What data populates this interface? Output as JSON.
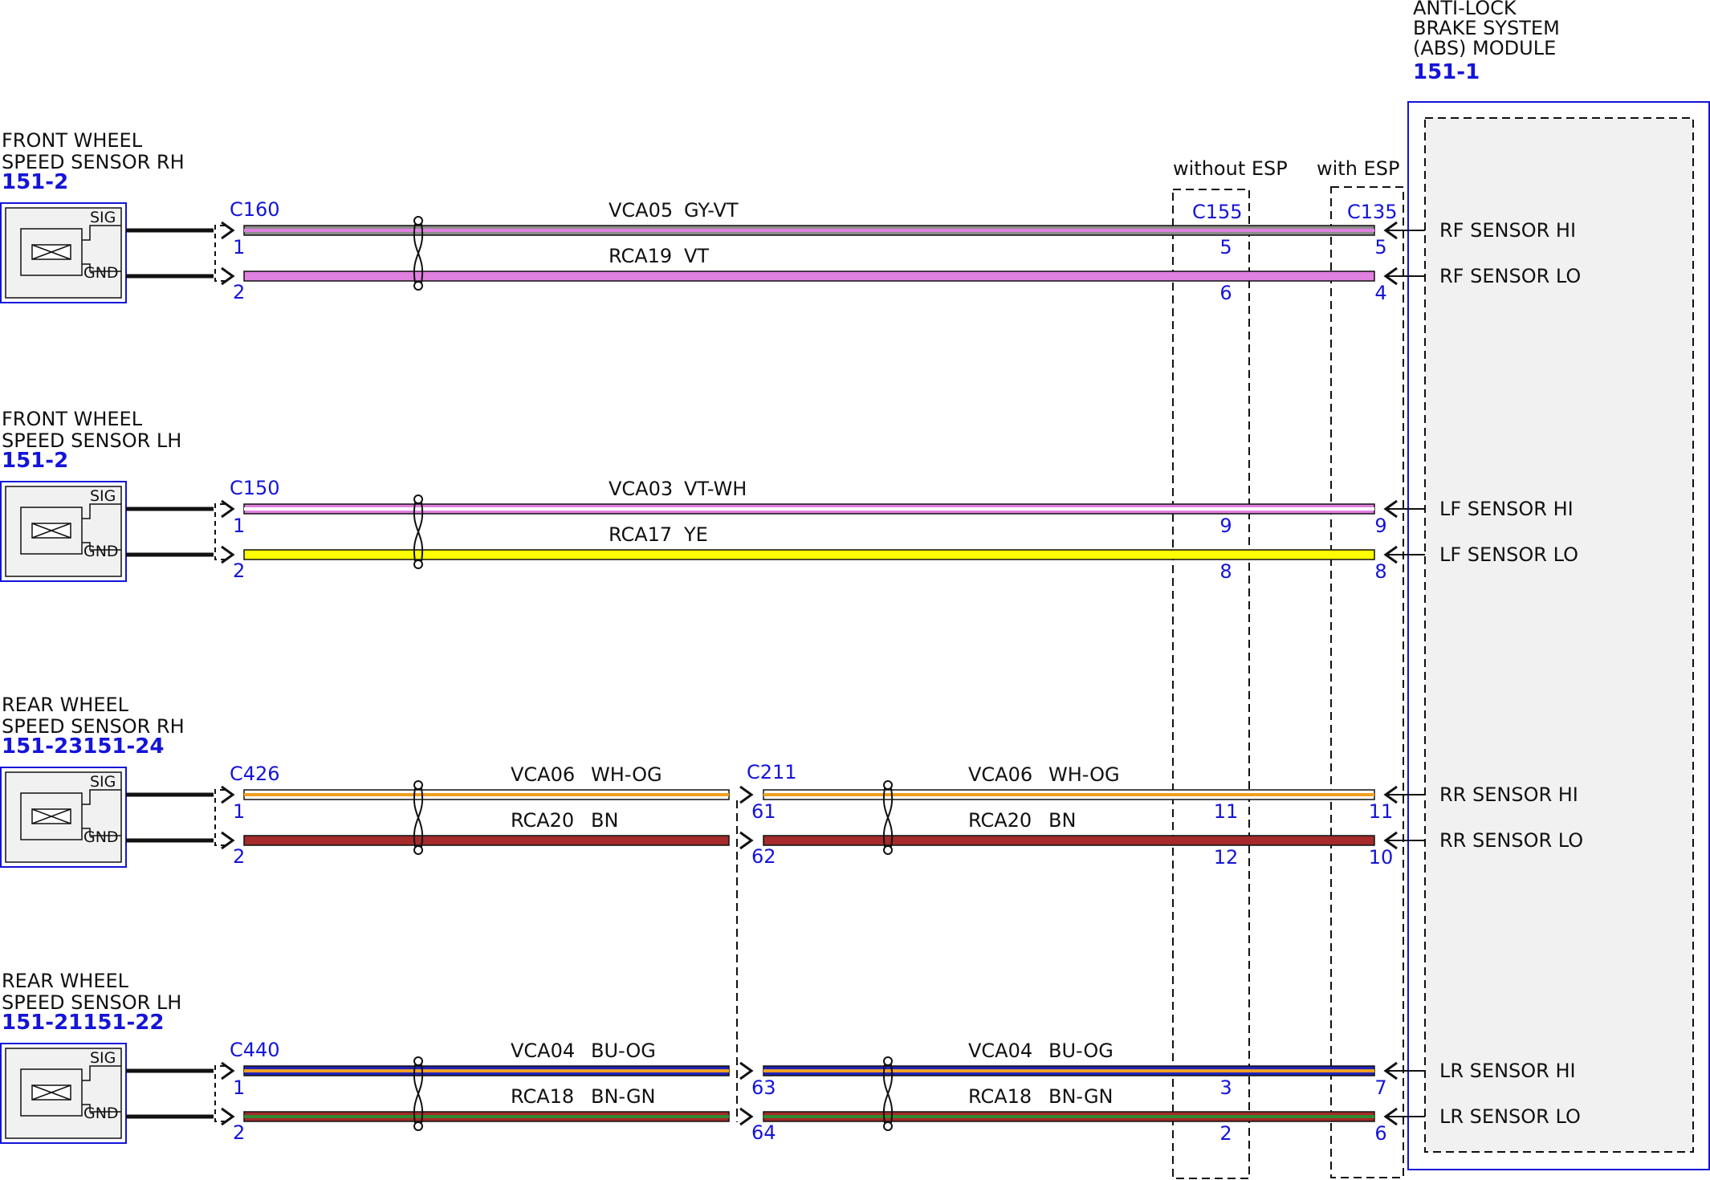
{
  "colors": {
    "ref": "#1414d9",
    "ink": "#111111",
    "module_fill": "#f1f1f1",
    "wire_gy": "#8c8c8c",
    "wire_vt": "#e080e0",
    "wire_wh": "#ffffff",
    "wire_ye": "#ffff00",
    "wire_og": "#f0a020",
    "wire_bn": "#a52a2a",
    "wire_bu": "#2222b8",
    "wire_gn": "#2e8b2e"
  },
  "module": {
    "title_lines": [
      "ANTI-LOCK",
      "BRAKE SYSTEM",
      "(ABS) MODULE"
    ],
    "ref": "151-1"
  },
  "variants": [
    {
      "label": "without ESP",
      "connector": "C155"
    },
    {
      "label": "with ESP",
      "connector": "C135"
    }
  ],
  "sensors": [
    {
      "id": "rf",
      "title_lines": [
        "FRONT WHEEL",
        "SPEED SENSOR RH"
      ],
      "ref": "151-2",
      "pin_sig": "SIG",
      "pin_gnd": "GND",
      "connector": "C160",
      "mid_connector": null,
      "hi": {
        "circuit": "VCA05",
        "color_code": "GY-VT",
        "colors": [
          "gy",
          "vt"
        ],
        "sensor_pin": "1",
        "mid_pin": null,
        "pin_without": "5",
        "pin_with": "5",
        "module_label": "RF SENSOR HI"
      },
      "lo": {
        "circuit": "RCA19",
        "color_code": "VT",
        "colors": [
          "vt"
        ],
        "sensor_pin": "2",
        "mid_pin": null,
        "pin_without": "6",
        "pin_with": "4",
        "module_label": "RF SENSOR LO"
      }
    },
    {
      "id": "lf",
      "title_lines": [
        "FRONT WHEEL",
        "SPEED SENSOR LH"
      ],
      "ref": "151-2",
      "pin_sig": "SIG",
      "pin_gnd": "GND",
      "connector": "C150",
      "mid_connector": null,
      "hi": {
        "circuit": "VCA03",
        "color_code": "VT-WH",
        "colors": [
          "vt",
          "wh"
        ],
        "sensor_pin": "1",
        "mid_pin": null,
        "pin_without": "9",
        "pin_with": "9",
        "module_label": "LF SENSOR HI"
      },
      "lo": {
        "circuit": "RCA17",
        "color_code": "YE",
        "colors": [
          "ye"
        ],
        "sensor_pin": "2",
        "mid_pin": null,
        "pin_without": "8",
        "pin_with": "8",
        "module_label": "LF SENSOR LO"
      }
    },
    {
      "id": "rr",
      "title_lines": [
        "REAR WHEEL",
        "SPEED SENSOR RH"
      ],
      "ref": "151-23151-24",
      "pin_sig": "SIG",
      "pin_gnd": "GND",
      "connector": "C426",
      "mid_connector": "C211",
      "hi": {
        "circuit": "VCA06",
        "color_code": "WH-OG",
        "colors": [
          "wh",
          "og"
        ],
        "sensor_pin": "1",
        "mid_pin": "61",
        "pin_without": "11",
        "pin_with": "11",
        "module_label": "RR SENSOR HI"
      },
      "lo": {
        "circuit": "RCA20",
        "color_code": "BN",
        "colors": [
          "bn"
        ],
        "sensor_pin": "2",
        "mid_pin": "62",
        "pin_without": "12",
        "pin_with": "10",
        "module_label": "RR SENSOR LO"
      }
    },
    {
      "id": "lr",
      "title_lines": [
        "REAR WHEEL",
        "SPEED SENSOR LH"
      ],
      "ref": "151-21151-22",
      "pin_sig": "SIG",
      "pin_gnd": "GND",
      "connector": "C440",
      "mid_connector": null,
      "hi": {
        "circuit": "VCA04",
        "color_code": "BU-OG",
        "colors": [
          "bu",
          "og"
        ],
        "sensor_pin": "1",
        "mid_pin": "63",
        "pin_without": "3",
        "pin_with": "7",
        "module_label": "LR SENSOR HI"
      },
      "lo": {
        "circuit": "RCA18",
        "color_code": "BN-GN",
        "colors": [
          "bn",
          "gn"
        ],
        "sensor_pin": "2",
        "mid_pin": "64",
        "pin_without": "2",
        "pin_with": "6",
        "module_label": "LR SENSOR LO"
      }
    }
  ]
}
